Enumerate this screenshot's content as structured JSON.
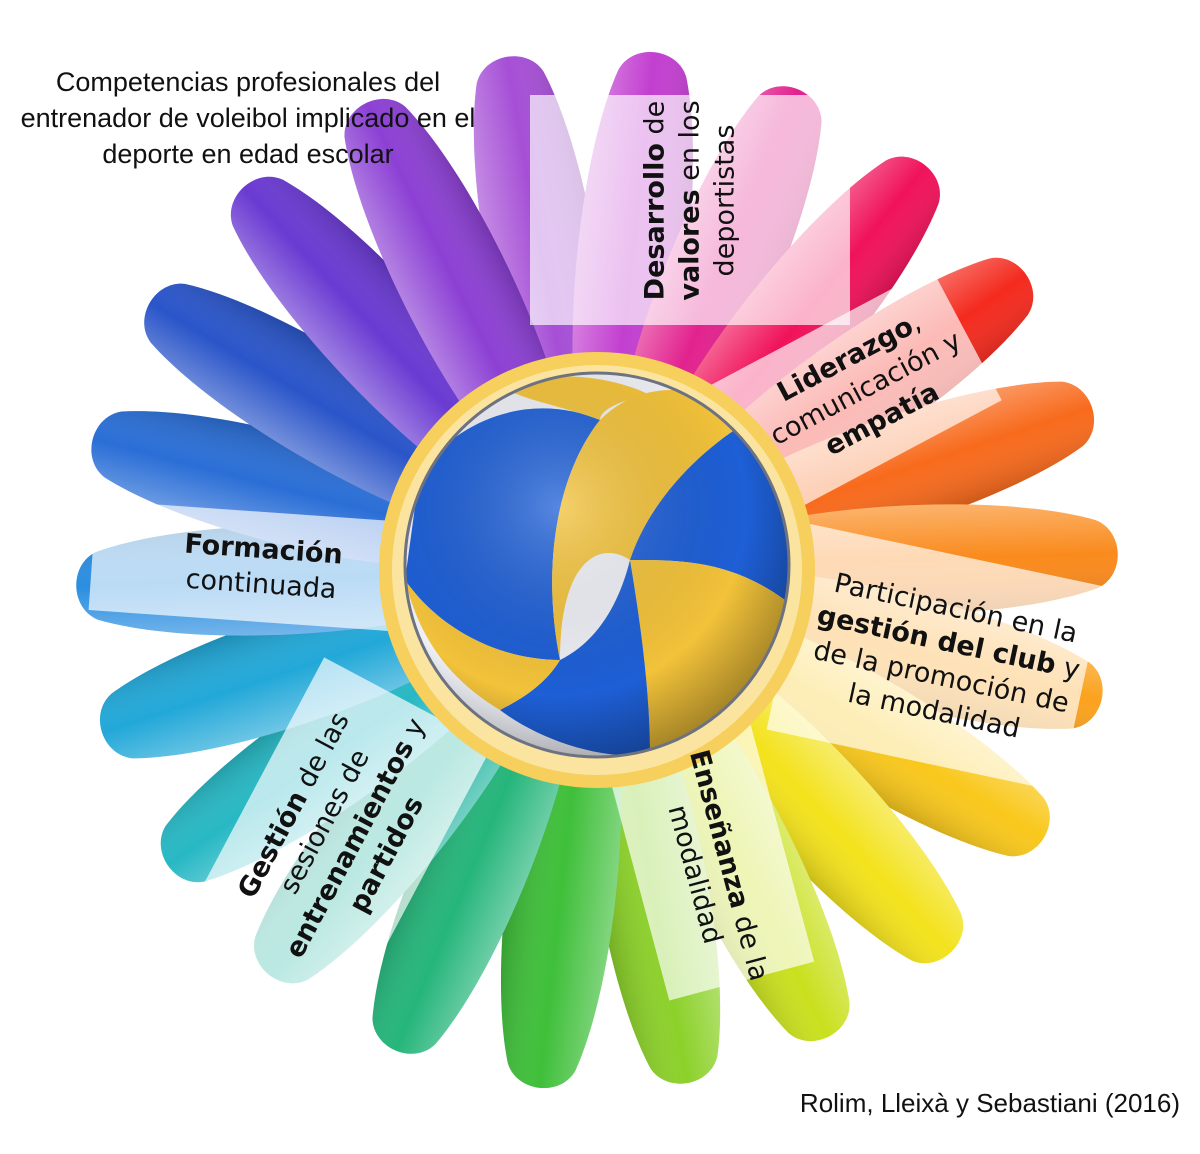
{
  "title": "Competencias profesionales del entrenador de voleibol implicado en el deporte en edad escolar",
  "credit": "Rolim, Lleixà y Sebastiani (2016)",
  "center": {
    "icon": "volleyball-icon"
  },
  "colors": {
    "petals": [
      "#a64fd6",
      "#c23fd0",
      "#e2228e",
      "#f0125a",
      "#f42a1e",
      "#f86a1c",
      "#fa8a1c",
      "#fba21e",
      "#f9c81c",
      "#f3e21c",
      "#c9e01e",
      "#8cd12a",
      "#3fbf3a",
      "#25b57a",
      "#2bb8a4",
      "#27b8c4",
      "#22a8d8",
      "#2b8ee0",
      "#2a6ed6",
      "#2a55c9",
      "#6a3ad2",
      "#8c40d4"
    ],
    "ball_blue": "#1e5fd6",
    "ball_yellow": "#f2c23a",
    "ball_white": "#eef0f6"
  },
  "competencies": [
    {
      "name": "valores",
      "parts": [
        [
          {
            "t": "Desarrollo",
            "b": true
          },
          {
            "t": " de",
            "b": false
          }
        ],
        [
          {
            "t": "valores",
            "b": true
          },
          {
            "t": " en los",
            "b": false
          }
        ],
        [
          {
            "t": "deportistas",
            "b": false
          }
        ]
      ]
    },
    {
      "name": "liderazgo",
      "parts": [
        [
          {
            "t": "Liderazgo",
            "b": true
          },
          {
            "t": ",",
            "b": false
          }
        ],
        [
          {
            "t": "comunicación y",
            "b": false
          }
        ],
        [
          {
            "t": "empatía",
            "b": true
          }
        ]
      ]
    },
    {
      "name": "gestion-club",
      "parts": [
        [
          {
            "t": "Participación en la",
            "b": false
          }
        ],
        [
          {
            "t": "gestión del club",
            "b": true
          },
          {
            "t": " y",
            "b": false
          }
        ],
        [
          {
            "t": "de la promoción de",
            "b": false
          }
        ],
        [
          {
            "t": "la modalidad",
            "b": false
          }
        ]
      ]
    },
    {
      "name": "ensenanza",
      "parts": [
        [
          {
            "t": "Enseñanza",
            "b": true
          },
          {
            "t": " de la",
            "b": false
          }
        ],
        [
          {
            "t": "modalidad",
            "b": false
          }
        ]
      ]
    },
    {
      "name": "sesiones",
      "parts": [
        [
          {
            "t": "Gestión",
            "b": true
          },
          {
            "t": " de las",
            "b": false
          }
        ],
        [
          {
            "t": "sesiones de",
            "b": false
          }
        ],
        [
          {
            "t": "entrenamientos",
            "b": true
          },
          {
            "t": " y",
            "b": false
          }
        ],
        [
          {
            "t": "partidos",
            "b": true
          }
        ]
      ]
    },
    {
      "name": "formacion",
      "parts": [
        [
          {
            "t": "Formación",
            "b": true
          }
        ],
        [
          {
            "t": "continuada",
            "b": false
          }
        ]
      ]
    }
  ]
}
